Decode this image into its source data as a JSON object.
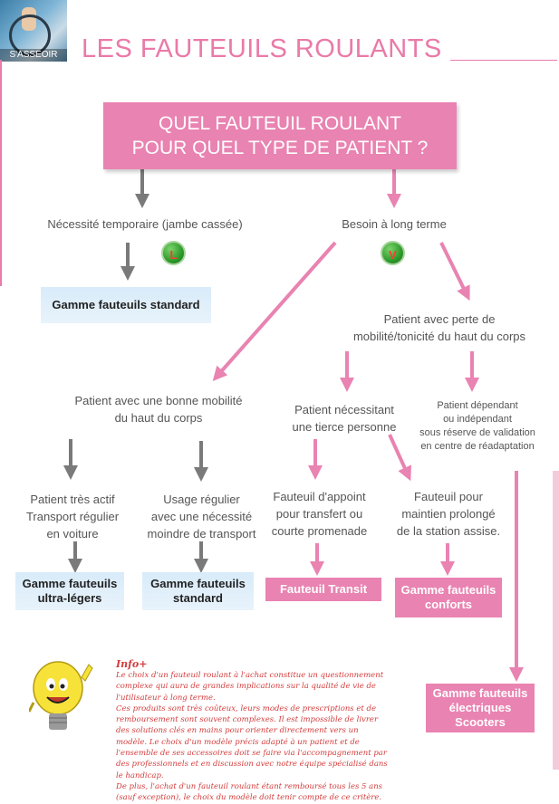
{
  "header": {
    "thumbnail_label": "S'ASSEOIR",
    "title": "LES FAUTEUILS ROULANTS"
  },
  "question": {
    "line1": "QUEL FAUTEUIL ROULANT",
    "line2": "POUR QUEL TYPE DE PATIENT ?"
  },
  "branches": {
    "temporary": "Nécessité temporaire (jambe cassée)",
    "long_term": "Besoin à long terme",
    "badge_l": "L",
    "badge_v": "V"
  },
  "nodes": {
    "standard_range": "Gamme fauteuils standard",
    "loss_upper_line1": "Patient avec perte de",
    "loss_upper_line2": "mobilité/tonicité du haut du corps",
    "good_upper_line1": "Patient avec une bonne mobilité",
    "good_upper_line2": "du haut du corps",
    "third_person_line1": "Patient nécessitant",
    "third_person_line2": "une tierce personne",
    "dependent_line1": "Patient dépendant",
    "dependent_line2": "ou indépendant",
    "dependent_line3": "sous réserve de validation",
    "dependent_line4": "en centre de réadaptation",
    "active_line1": "Patient très actif",
    "active_line2": "Transport régulier",
    "active_line3": "en voiture",
    "regular_line1": "Usage régulier",
    "regular_line2": "avec une nécessité",
    "regular_line3": "moindre de transport",
    "support_line1": "Fauteuil d'appoint",
    "support_line2": "pour transfert ou",
    "support_line3": "courte promenade",
    "prolonged_line1": "Fauteuil pour",
    "prolonged_line2": "maintien prolongé",
    "prolonged_line3": "de la station assise."
  },
  "products": {
    "ultra_line1": "Gamme fauteuils",
    "ultra_line2": "ultra-légers",
    "standard_line1": "Gamme fauteuils",
    "standard_line2": "standard",
    "transit": "Fauteuil Transit",
    "comfort_line1": "Gamme fauteuils",
    "comfort_line2": "conforts",
    "electric_line1": "Gamme fauteuils",
    "electric_line2": "électriques",
    "electric_line3": "Scooters"
  },
  "info": {
    "heading": "Info+",
    "paragraph1": "Le choix d'un fauteuil roulant à l'achat constitue un questionnement complexe qui aura de grandes implications sur la qualité de vie de l'utilisateur à long terme.",
    "paragraph2": "Ces produits sont très coûteux, leurs modes de prescriptions et de remboursement sont souvent complexes. Il est impossible de livrer des solutions clés en mains pour orienter directement vers un modèle. Le choix d'un modèle précis adapté à un patient et de l'ensemble de ses accessoires doit se faire via l'accompagnement par des professionnels et en discussion avec notre équipe spécialisé dans le handicap.",
    "paragraph3": "De plus, l'achat d'un fauteuil roulant étant remboursé tous les 5 ans (sauf exception), le choix du modèle doit tenir compte de ce critère."
  },
  "colors": {
    "pink": "#e983b1",
    "grey_arrow": "#7a7a7a",
    "title_pink": "#ea7aa8",
    "info_red": "#d43c3c",
    "blue_box": "#d8ebfa"
  }
}
